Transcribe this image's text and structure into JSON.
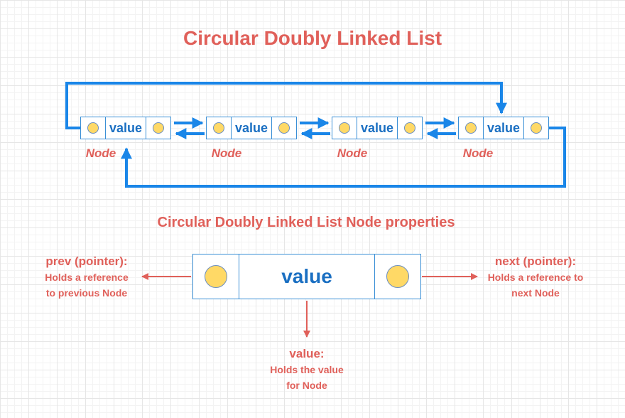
{
  "title": "Circular Doubly Linked List",
  "subtitle": "Circular Doubly Linked List Node properties",
  "nodes": [
    {
      "value": "value",
      "label": "Node"
    },
    {
      "value": "value",
      "label": "Node"
    },
    {
      "value": "value",
      "label": "Node"
    },
    {
      "value": "value",
      "label": "Node"
    }
  ],
  "detail": {
    "value": "value",
    "prev": {
      "heading": "prev (pointer):",
      "line1": "Holds a reference",
      "line2": "to previous Node"
    },
    "next": {
      "heading": "next (pointer):",
      "line1": "Holds a reference to",
      "line2": "next Node"
    },
    "val": {
      "heading": "value:",
      "line1": "Holds the value",
      "line2": "for Node"
    }
  },
  "colors": {
    "accent_red": "#e0605a",
    "link_blue": "#1a86e8",
    "node_text_blue": "#1a6fc2",
    "pointer_yellow": "#ffd966"
  }
}
